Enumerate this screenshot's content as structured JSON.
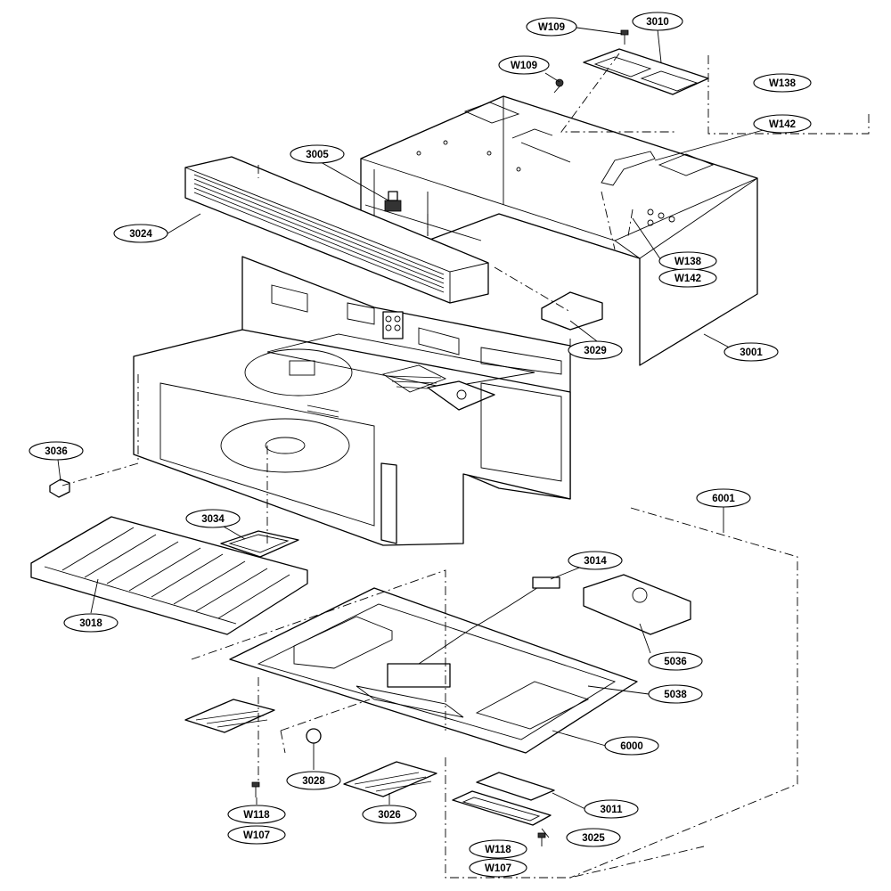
{
  "callouts": [
    {
      "id": "c-w109-top",
      "label": "W109"
    },
    {
      "id": "c-3010",
      "label": "3010"
    },
    {
      "id": "c-w109",
      "label": "W109"
    },
    {
      "id": "c-w138-top",
      "label": "W138"
    },
    {
      "id": "c-w142-top",
      "label": "W142"
    },
    {
      "id": "c-3005",
      "label": "3005"
    },
    {
      "id": "c-3024",
      "label": "3024"
    },
    {
      "id": "c-w138",
      "label": "W138"
    },
    {
      "id": "c-w142",
      "label": "W142"
    },
    {
      "id": "c-3029",
      "label": "3029"
    },
    {
      "id": "c-3001",
      "label": "3001"
    },
    {
      "id": "c-3036",
      "label": "3036"
    },
    {
      "id": "c-6001",
      "label": "6001"
    },
    {
      "id": "c-3034",
      "label": "3034"
    },
    {
      "id": "c-3014",
      "label": "3014"
    },
    {
      "id": "c-3018",
      "label": "3018"
    },
    {
      "id": "c-5036",
      "label": "5036"
    },
    {
      "id": "c-5038",
      "label": "5038"
    },
    {
      "id": "c-6000",
      "label": "6000"
    },
    {
      "id": "c-3028",
      "label": "3028"
    },
    {
      "id": "c-3011",
      "label": "3011"
    },
    {
      "id": "c-w118-left",
      "label": "W118"
    },
    {
      "id": "c-w107-left",
      "label": "W107"
    },
    {
      "id": "c-3026",
      "label": "3026"
    },
    {
      "id": "c-3025",
      "label": "3025"
    },
    {
      "id": "c-w118-right",
      "label": "W118"
    },
    {
      "id": "c-w107-right",
      "label": "W107"
    }
  ]
}
